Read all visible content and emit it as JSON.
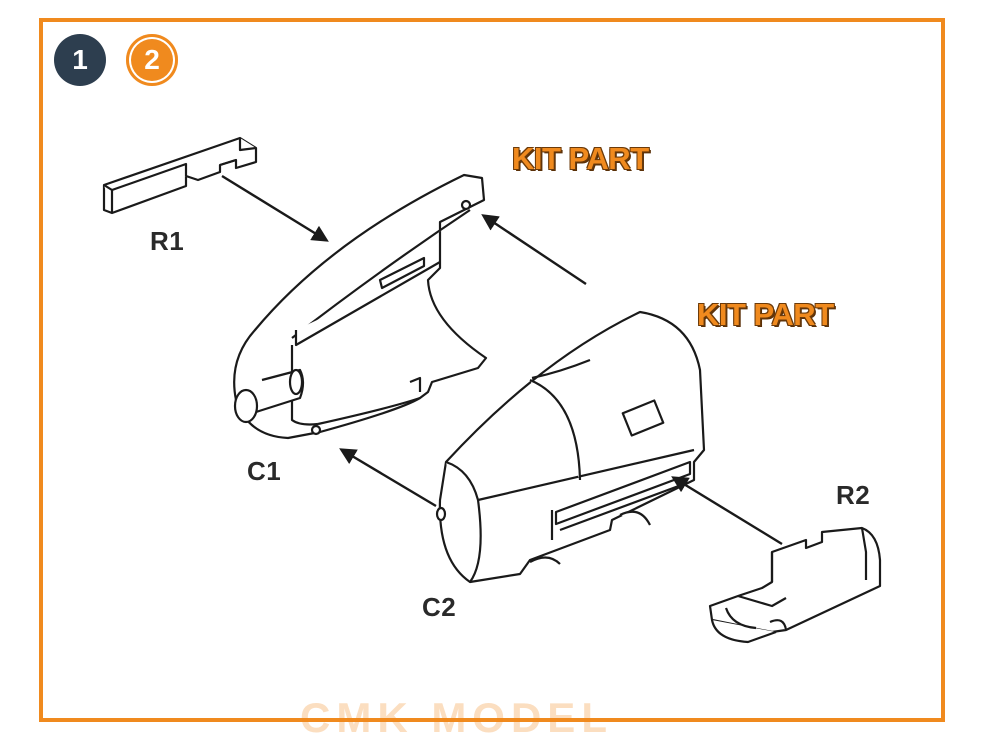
{
  "header": {
    "step_number": "1",
    "next_step_number": "2"
  },
  "labels": {
    "r1": "R1",
    "r2": "R2",
    "c1": "C1",
    "c2": "C2",
    "kit_part_top": "KIT PART",
    "kit_part_right": "KIT PART"
  },
  "watermark": "CMK MODEL",
  "colors": {
    "frame": "#f08a1e",
    "badge_dark": "#2d3e4f",
    "accent": "#f08a1e",
    "line": "#1a1a1a"
  },
  "icons": {
    "step_icon": "step-number-badge",
    "next_step_icon": "next-step-arrow-badge"
  }
}
